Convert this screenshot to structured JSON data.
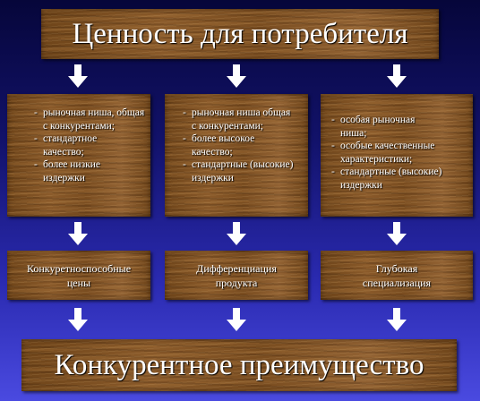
{
  "top_title": "Ценность для потребителя",
  "columns": [
    {
      "items": [
        "рыночная ниша, общая\nс конкурентами;",
        "стандартное качество;",
        "более низкие издержки"
      ],
      "result": "Конкуретноспособные\nцены"
    },
    {
      "items": [
        "рыночная ниша общая\nс конкурентами;",
        "более высокое качество;",
        "стандартные (высокие) издержки"
      ],
      "result": "Дифференциация\nпродукта"
    },
    {
      "items": [
        "особая рыночная ниша;",
        "особые качественные характеристики;",
        "стандартные (высокие) издержки"
      ],
      "result": "Глубокая\nспециализация"
    }
  ],
  "bottom_title": "Конкурентное преимущество",
  "colors": {
    "arrow": "#ffffff",
    "wood": "#7a4f22",
    "text": "#ffffff"
  }
}
